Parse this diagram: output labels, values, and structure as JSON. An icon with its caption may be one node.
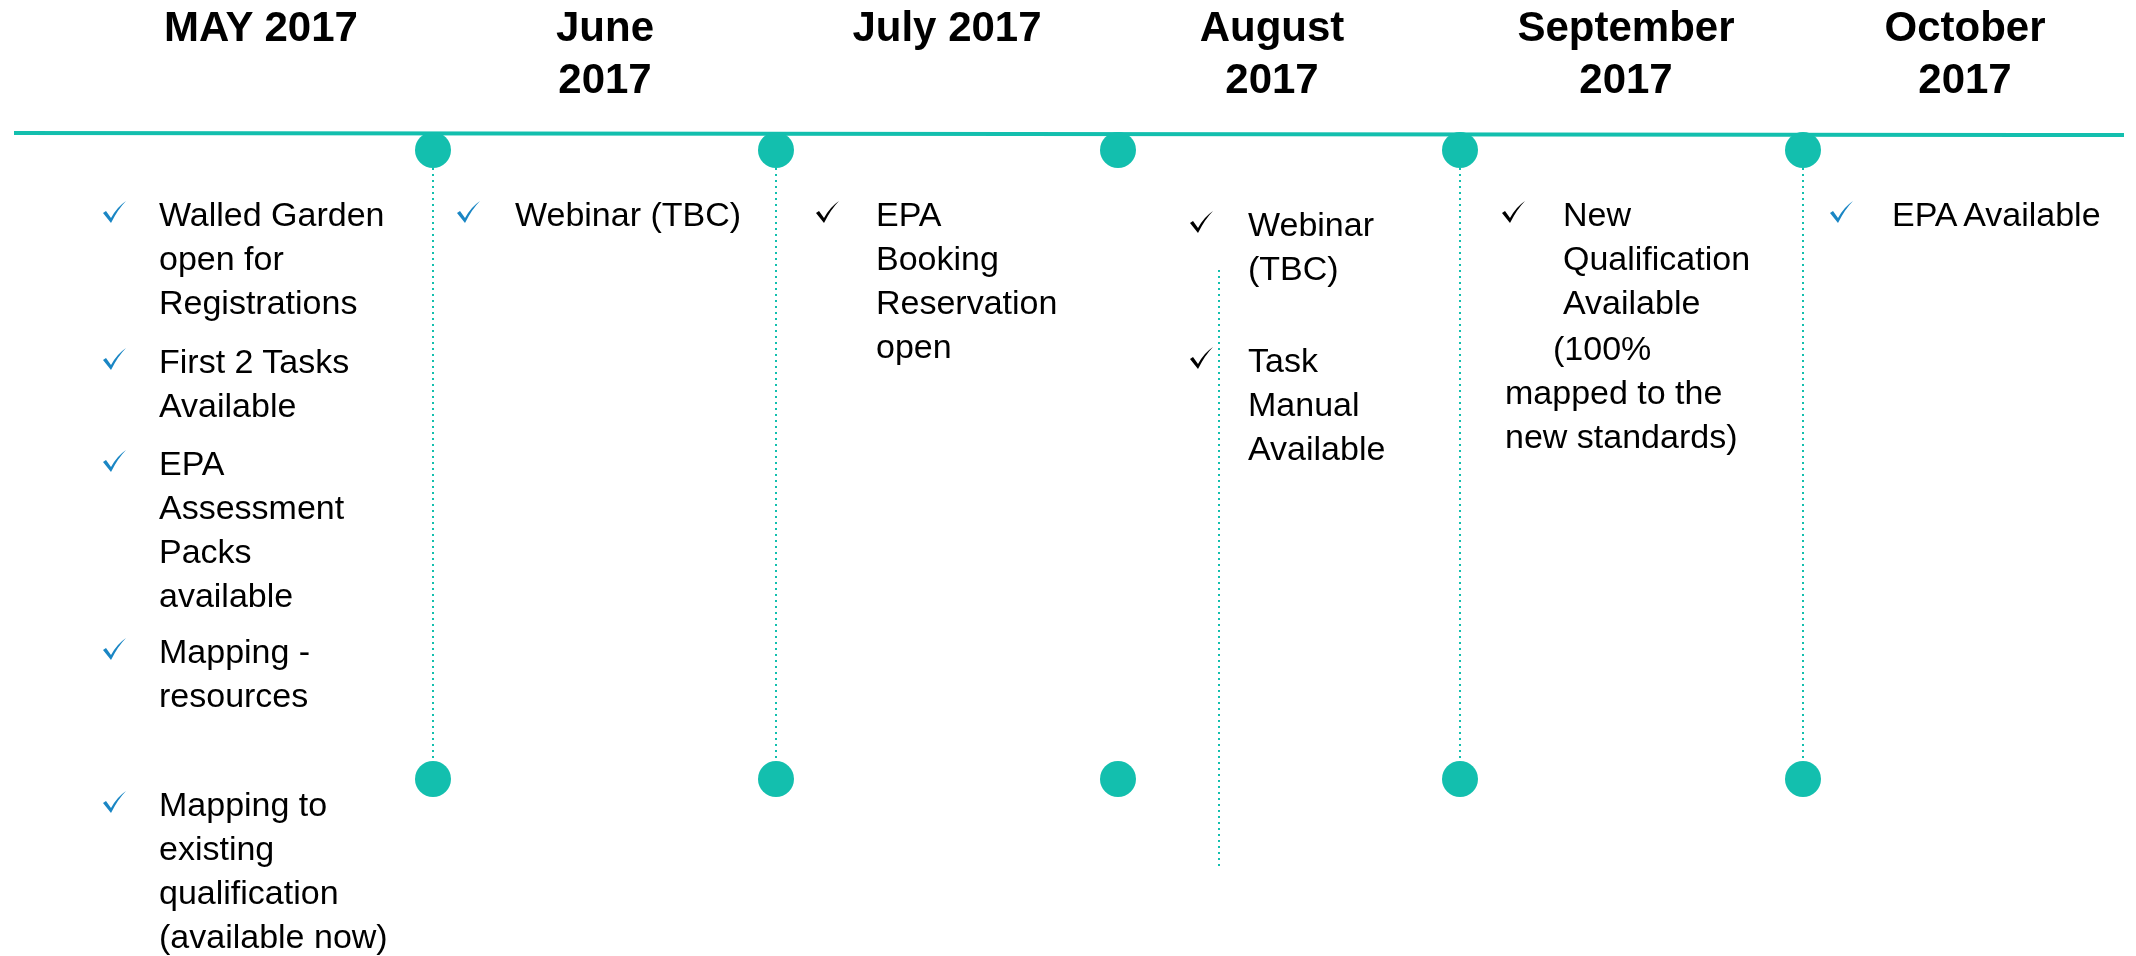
{
  "diagram": {
    "labels": [
      "MAY 2017",
      "June 2017",
      "July 2017",
      "August 2017",
      "September 2017",
      "October 2017",
      "Walled Garden open for Registrations",
      "First 2 Tasks Available",
      "EPA Assessment Packs available",
      "Mapping - resources",
      "Mapping to existing qualification (available now)",
      "Webinar (TBC)",
      "EPA Booking Reservation open",
      "Webinar (TBC)",
      "Task Manual Available",
      "New Qualification Available",
      "(100% mapped to the new standards)",
      "EPA Available"
    ]
  }
}
